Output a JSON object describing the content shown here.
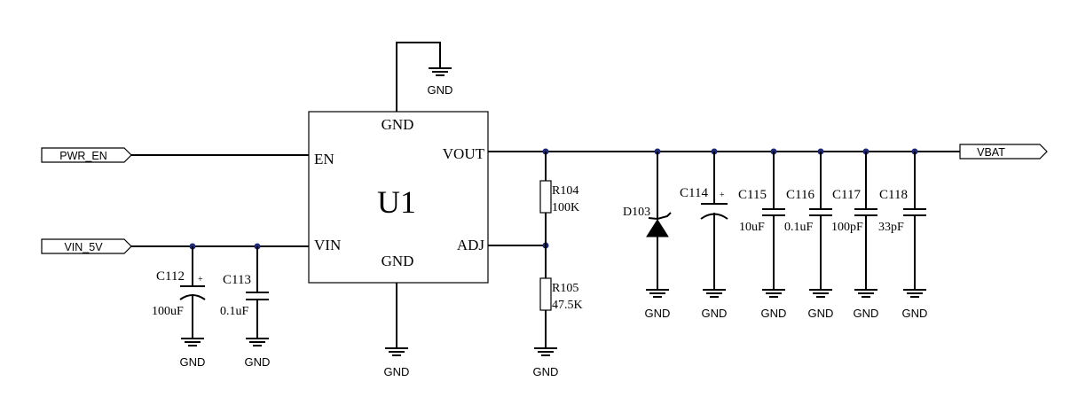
{
  "chip": {
    "ref": "U1",
    "pins": {
      "gnd_top": "GND",
      "gnd_bottom": "GND",
      "en": "EN",
      "vin": "VIN",
      "vout": "VOUT",
      "adj": "ADJ"
    }
  },
  "nets": {
    "pwr_en": "PWR_EN",
    "vin_5v": "VIN_5V",
    "vbat": "VBAT"
  },
  "gnd_label": "GND",
  "plus_sign": "+",
  "parts": {
    "c112": {
      "ref": "C112",
      "value": "100uF"
    },
    "c113": {
      "ref": "C113",
      "value": "0.1uF"
    },
    "r104": {
      "ref": "R104",
      "value": "100K"
    },
    "r105": {
      "ref": "R105",
      "value": "47.5K"
    },
    "d103": {
      "ref": "D103"
    },
    "c114": {
      "ref": "C114"
    },
    "c115": {
      "ref": "C115",
      "value": "10uF"
    },
    "c116": {
      "ref": "C116",
      "value": "0.1uF"
    },
    "c117": {
      "ref": "C117",
      "value": "100pF"
    },
    "c118": {
      "ref": "C118",
      "value": "33pF"
    }
  },
  "colors": {
    "wire": "#000000",
    "junction": "#1f2a7a",
    "background": "#ffffff"
  }
}
